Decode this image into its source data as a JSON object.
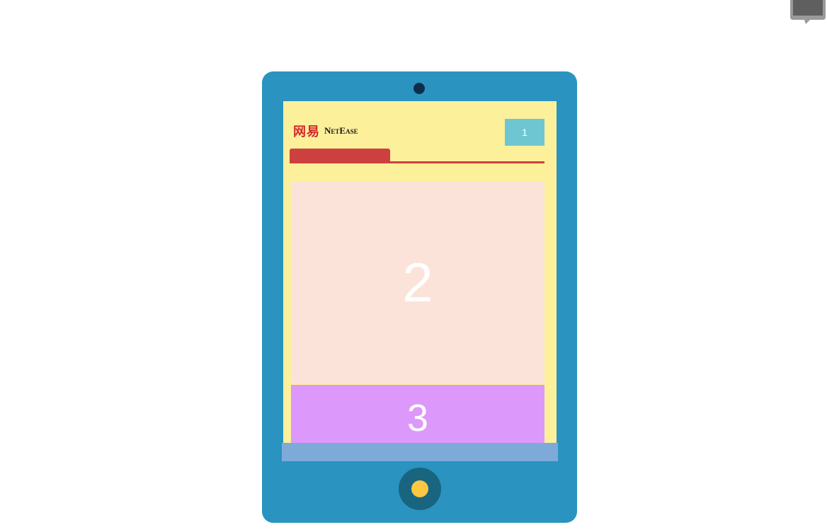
{
  "header": {
    "logo_cn": "网易",
    "logo_en": "NetEase",
    "badge_label": "1"
  },
  "content": {
    "block_2_label": "2",
    "block_3_label": "3"
  },
  "icons": {
    "note": "note-icon"
  },
  "colors": {
    "tablet_body": "#2a93c0",
    "screen_bg": "#fdf09a",
    "brand_red": "#cd4040",
    "badge": "#6ec6d3",
    "block_2": "#fbe3da",
    "block_3": "#dc98fb",
    "bottom_bar": "#7eaad9",
    "home_button": "#fcc742"
  }
}
